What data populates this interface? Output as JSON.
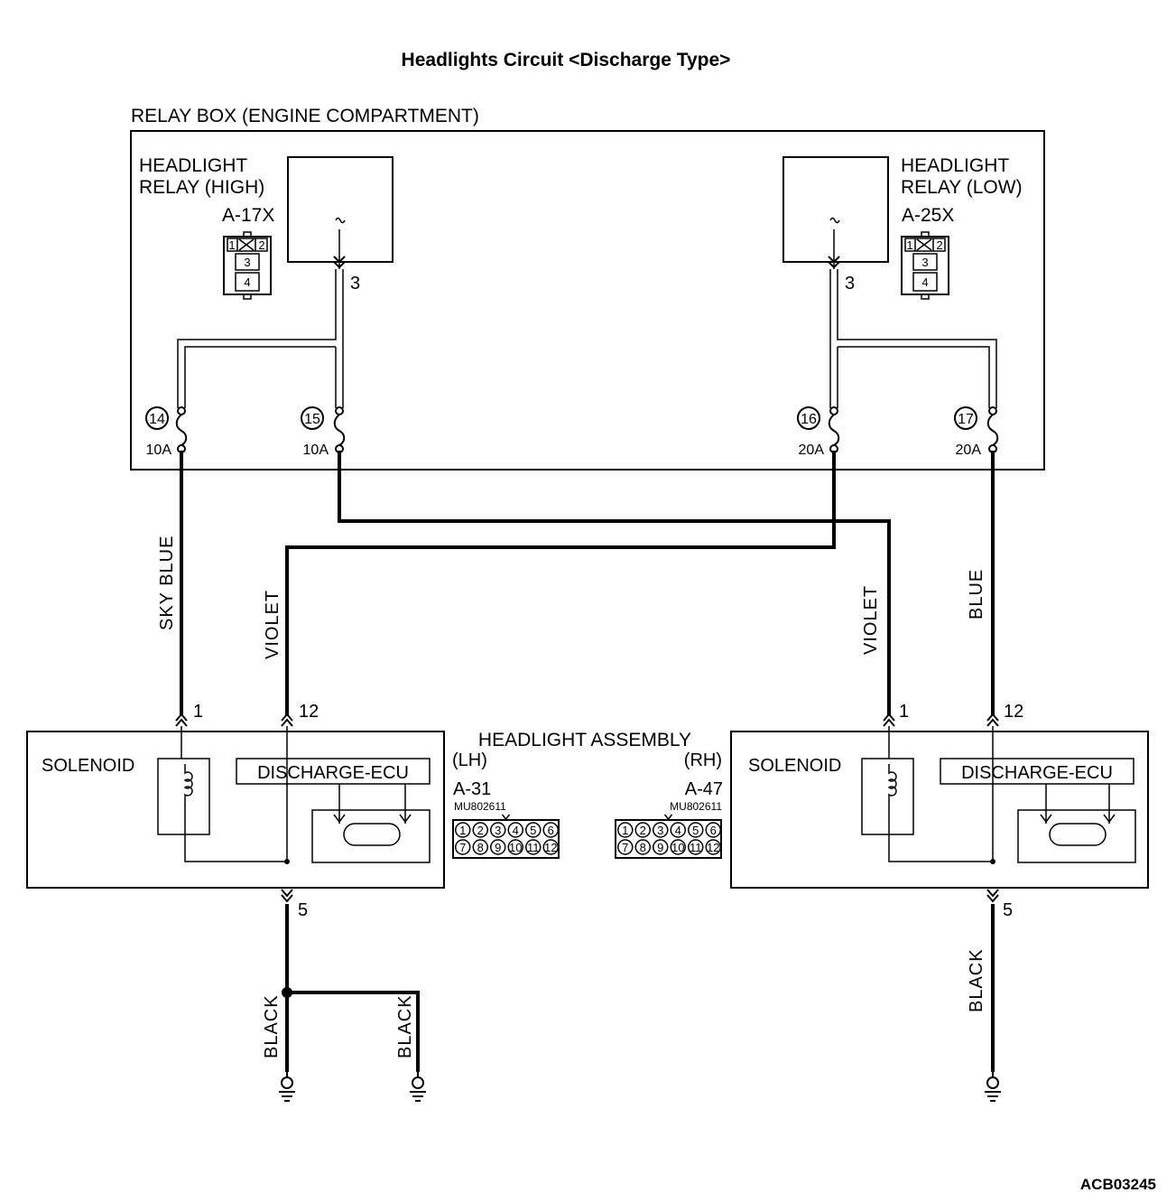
{
  "title": "Headlights Circuit <Discharge Type>",
  "figure_code": "ACB03245",
  "relay_box": {
    "label": "RELAY BOX (ENGINE COMPARTMENT)",
    "relay_high": {
      "line1": "HEADLIGHT",
      "line2": "RELAY (HIGH)",
      "connector": "A-17X",
      "terminal": "3"
    },
    "relay_low": {
      "line1": "HEADLIGHT",
      "line2": "RELAY (LOW)",
      "connector": "A-25X",
      "terminal": "3"
    },
    "relay_connector_pins": [
      "1",
      "2",
      "3",
      "4"
    ],
    "fuses": [
      {
        "number": "14",
        "rating": "10A"
      },
      {
        "number": "15",
        "rating": "10A"
      },
      {
        "number": "16",
        "rating": "20A"
      },
      {
        "number": "17",
        "rating": "20A"
      }
    ]
  },
  "wires": {
    "lh_solenoid": "SKY BLUE",
    "lh_ecu": "VIOLET",
    "rh_solenoid": "VIOLET",
    "rh_ecu": "BLUE",
    "lh_ground_1": "BLACK",
    "lh_ground_2": "BLACK",
    "rh_ground": "BLACK"
  },
  "assembly": {
    "label": "HEADLIGHT ASSEMBLY",
    "lh": {
      "side": "(LH)",
      "connector": "A-31",
      "part": "MU802611",
      "solenoid": "SOLENOID",
      "ecu": "DISCHARGE-ECU",
      "pin_top_left": "1",
      "pin_top_right": "12",
      "pin_bottom": "5"
    },
    "rh": {
      "side": "(RH)",
      "connector": "A-47",
      "part": "MU802611",
      "solenoid": "SOLENOID",
      "ecu": "DISCHARGE-ECU",
      "pin_top_left": "1",
      "pin_top_right": "12",
      "pin_bottom": "5"
    },
    "connector_pins_top": [
      "1",
      "2",
      "3",
      "4",
      "5",
      "6"
    ],
    "connector_pins_bottom": [
      "7",
      "8",
      "9",
      "10",
      "11",
      "12"
    ]
  }
}
